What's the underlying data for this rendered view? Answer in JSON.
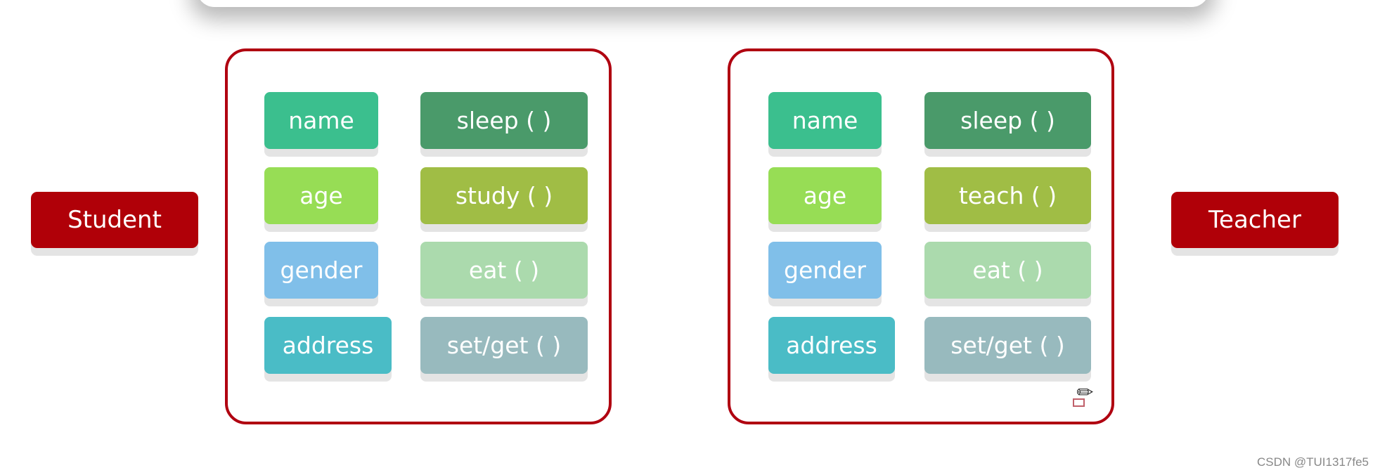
{
  "classes": {
    "left": "Student",
    "right": "Teacher"
  },
  "student": {
    "attributes": [
      "name",
      "age",
      "gender",
      "address"
    ],
    "methods": [
      "sleep ( )",
      "study ( )",
      "eat ( )",
      "set/get ( )"
    ]
  },
  "teacher": {
    "attributes": [
      "name",
      "age",
      "gender",
      "address"
    ],
    "methods": [
      "sleep ( )",
      "teach ( )",
      "eat ( )",
      "set/get ( )"
    ]
  },
  "colors": {
    "accent": "#b00008",
    "name": "#3bbf8e",
    "age": "#97dd55",
    "gender": "#80bfe9",
    "address": "#4abcc6",
    "sleep": "#4a9a6a",
    "action": "#a0bd45",
    "eat": "#abdaad",
    "setget": "#98babe"
  },
  "watermark": "CSDN @TUI1317fe5"
}
